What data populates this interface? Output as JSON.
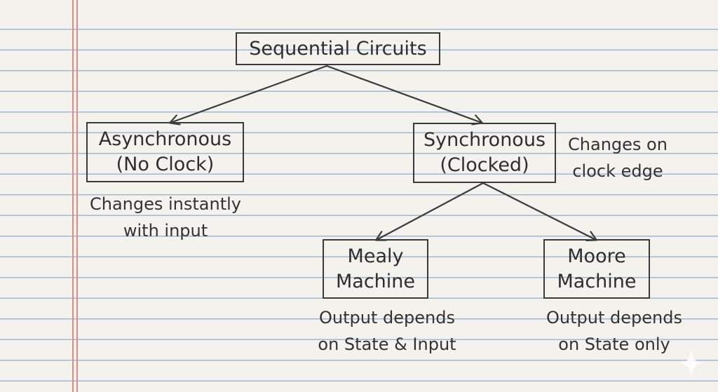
{
  "diagram": {
    "root": {
      "label": "Sequential Circuits"
    },
    "asynchronous": {
      "title": "Asynchronous",
      "subtitle": "(No Clock)",
      "note_line1": "Changes instantly",
      "note_line2": "with input"
    },
    "synchronous": {
      "title": "Synchronous",
      "subtitle": "(Clocked)",
      "note_line1": "Changes on",
      "note_line2": "clock edge"
    },
    "mealy": {
      "line1": "Mealy",
      "line2": "Machine",
      "note_line1": "Output depends",
      "note_line2": "on State & Input"
    },
    "moore": {
      "line1": "Moore",
      "line2": "Machine",
      "note_line1": "Output depends",
      "note_line2": "on State only"
    },
    "edges": [
      {
        "from": "Sequential Circuits",
        "to": "Asynchronous"
      },
      {
        "from": "Sequential Circuits",
        "to": "Synchronous"
      },
      {
        "from": "Synchronous",
        "to": "Mealy Machine"
      },
      {
        "from": "Synchronous",
        "to": "Moore Machine"
      }
    ]
  },
  "colors": {
    "paper": "#f4f2ec",
    "rule_line": "#9fb8d3",
    "margin_line": "#e28a86",
    "ink": "#3a3a3a"
  },
  "icons": {
    "corner_mark": "sparkle-icon"
  }
}
